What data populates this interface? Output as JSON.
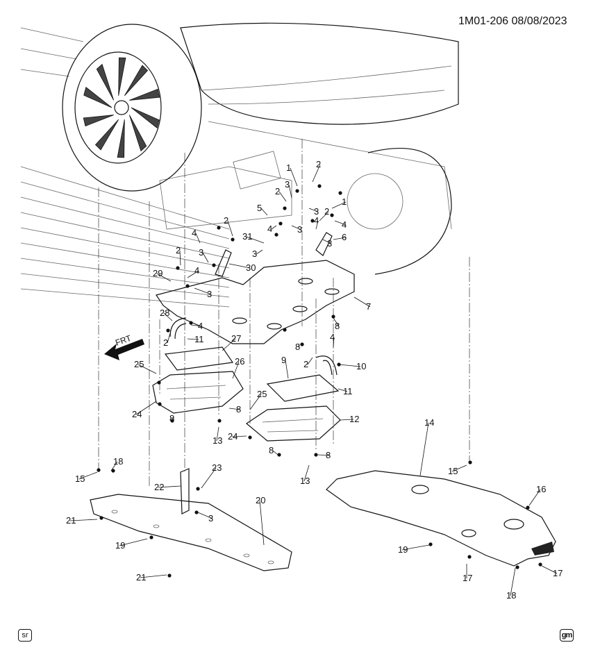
{
  "header": {
    "diagram_code": "1M01-206 08/08/2023"
  },
  "logos": {
    "left": "sr",
    "right": "gm"
  },
  "frt_arrow": {
    "label": "FRT"
  },
  "callouts": [
    "1",
    "2",
    "3",
    "4",
    "5",
    "6",
    "7",
    "8",
    "9",
    "10",
    "11",
    "12",
    "13",
    "14",
    "15",
    "16",
    "17",
    "18",
    "19",
    "20",
    "21",
    "22",
    "23",
    "24",
    "25",
    "26",
    "27",
    "28",
    "29",
    "30",
    "31"
  ]
}
